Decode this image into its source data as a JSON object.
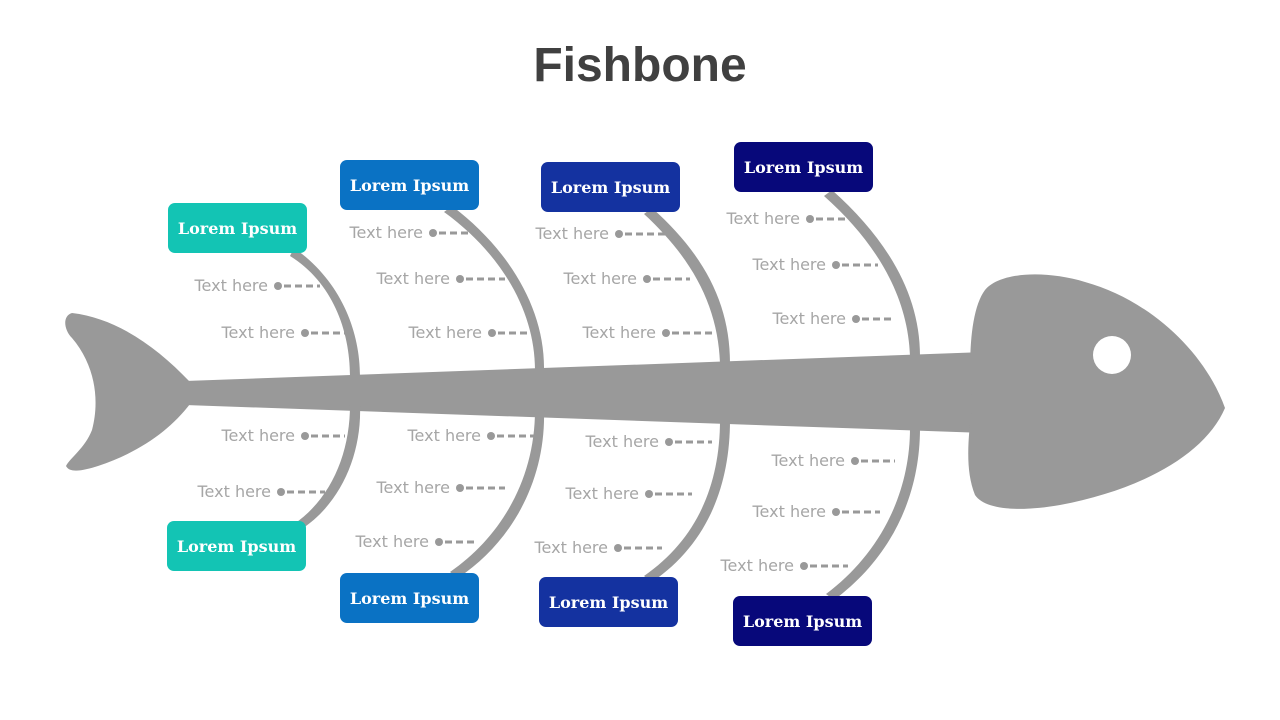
{
  "title": "Fishbone",
  "colors": {
    "body": "#999999",
    "eye": "#ffffff",
    "connector": "#999999",
    "label": "#a6a6a6",
    "teal": "#13c4b4",
    "blue": "#0a72c4",
    "royal": "#1432a0",
    "navy": "#07087a"
  },
  "categories": [
    {
      "label": "Lorem Ipsum",
      "color": "#13c4b4",
      "items": [
        "Text here",
        "Text here"
      ]
    },
    {
      "label": "Lorem Ipsum",
      "color": "#0a72c4",
      "items": [
        "Text here",
        "Text here",
        "Text here"
      ]
    },
    {
      "label": "Lorem Ipsum",
      "color": "#1432a0",
      "items": [
        "Text here",
        "Text here",
        "Text here"
      ]
    },
    {
      "label": "Lorem Ipsum",
      "color": "#07087a",
      "items": [
        "Text here",
        "Text here",
        "Text here"
      ]
    },
    {
      "label": "Lorem Ipsum",
      "color": "#13c4b4",
      "items": [
        "Text here",
        "Text here"
      ]
    },
    {
      "label": "Lorem Ipsum",
      "color": "#0a72c4",
      "items": [
        "Text here",
        "Text here",
        "Text here"
      ]
    },
    {
      "label": "Lorem Ipsum",
      "color": "#1432a0",
      "items": [
        "Text here",
        "Text here",
        "Text here"
      ]
    },
    {
      "label": "Lorem Ipsum",
      "color": "#07087a",
      "items": [
        "Text here",
        "Text here",
        "Text here"
      ]
    }
  ]
}
